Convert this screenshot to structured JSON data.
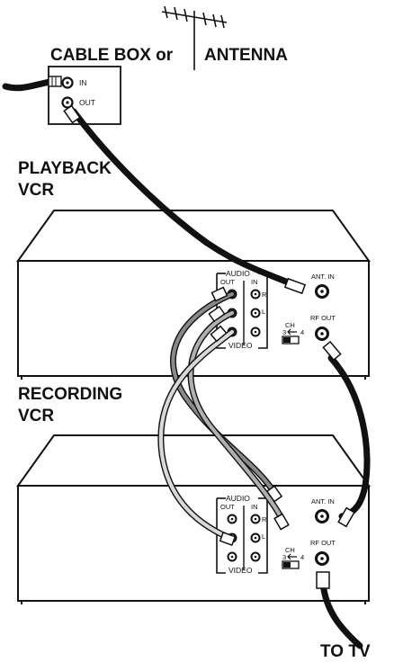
{
  "labels": {
    "cable_box_or": "CABLE BOX or",
    "antenna": "ANTENNA",
    "in": "IN",
    "out": "OUT",
    "playback_vcr_line1": "PLAYBACK",
    "playback_vcr_line2": "VCR",
    "recording_vcr_line1": "RECORDING",
    "recording_vcr_line2": "VCR",
    "to_tv": "TO TV"
  },
  "vcr_panel": {
    "audio": "AUDIO",
    "out": "OUT",
    "in": "IN",
    "r": "R",
    "l": "L",
    "video": "VIDEO",
    "ant_in": "ANT. IN",
    "rf_out": "RF OUT",
    "ch": "CH",
    "ch_3": "3",
    "ch_4": "4"
  },
  "icons": [
    "antenna-icon",
    "coax-jack-icon",
    "rca-jack-icon",
    "channel-switch-icon",
    "cable-plug-icon"
  ]
}
